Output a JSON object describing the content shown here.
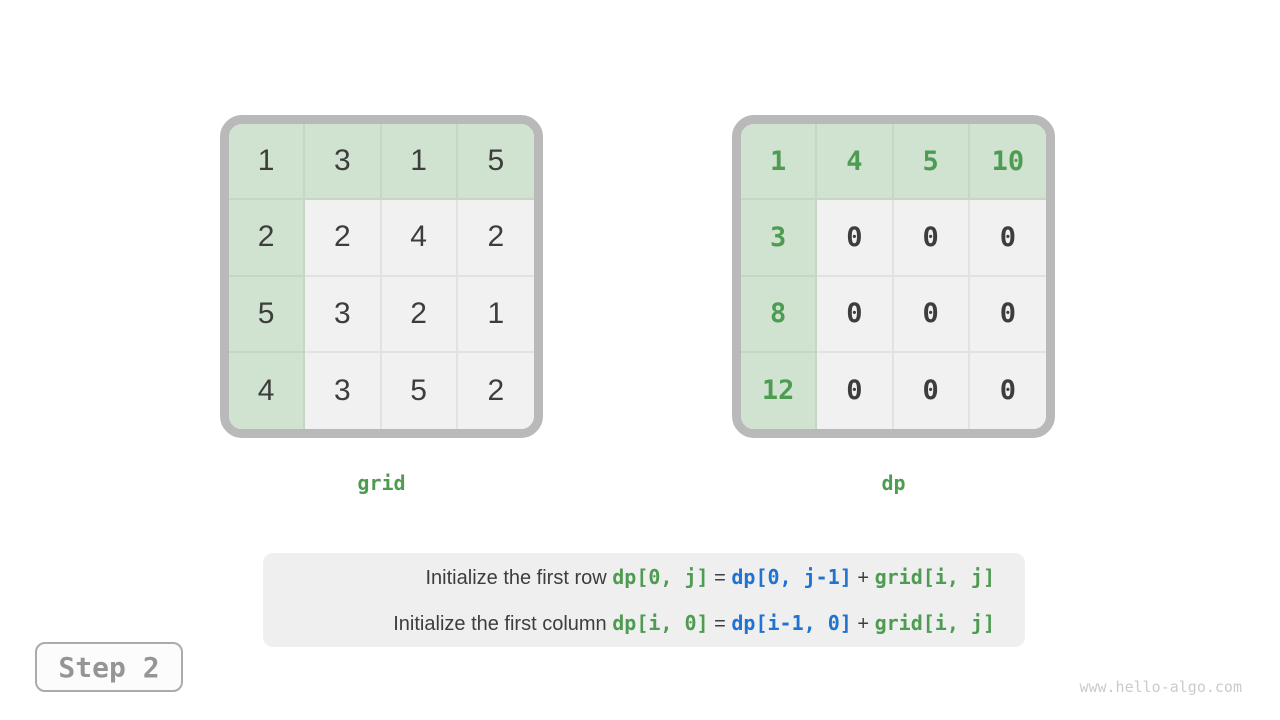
{
  "colors": {
    "green_bg": "#d0e3d0",
    "cell_bg": "#f1f1f1",
    "grid_border": "#b9b9b9",
    "dark_text": "#3d3d3d",
    "green_text": "#4e9b52",
    "blue_text": "#2173d1",
    "caption_bg": "#efefef",
    "step_text": "#959595",
    "watermark_text": "#cbcbcb"
  },
  "grids": [
    {
      "name": "grid",
      "label": "grid",
      "number_style": "sans-dark",
      "rows": [
        [
          "1",
          "3",
          "1",
          "5"
        ],
        [
          "2",
          "2",
          "4",
          "2"
        ],
        [
          "5",
          "3",
          "2",
          "1"
        ],
        [
          "4",
          "3",
          "5",
          "2"
        ]
      ]
    },
    {
      "name": "dp",
      "label": "dp",
      "number_style": "mono-green-first",
      "rows": [
        [
          "1",
          "4",
          "5",
          "10"
        ],
        [
          "3",
          "0",
          "0",
          "0"
        ],
        [
          "8",
          "0",
          "0",
          "0"
        ],
        [
          "12",
          "0",
          "0",
          "0"
        ]
      ]
    }
  ],
  "caption": {
    "lines": [
      {
        "segments": [
          {
            "text": "Initialize the first row ",
            "style": "plain"
          },
          {
            "text": "dp[0, j]",
            "style": "green-code"
          },
          {
            "text": " = ",
            "style": "plain"
          },
          {
            "text": "dp[0, j-1]",
            "style": "blue-code"
          },
          {
            "text": " + ",
            "style": "plain"
          },
          {
            "text": "grid[i, j]",
            "style": "green-code"
          }
        ]
      },
      {
        "segments": [
          {
            "text": "Initialize the first column ",
            "style": "plain"
          },
          {
            "text": "dp[i, 0]",
            "style": "green-code"
          },
          {
            "text": " = ",
            "style": "plain"
          },
          {
            "text": "dp[i-1, 0]",
            "style": "blue-code"
          },
          {
            "text": " + ",
            "style": "plain"
          },
          {
            "text": "grid[i, j]",
            "style": "green-code"
          }
        ]
      }
    ]
  },
  "step_label": "Step 2",
  "watermark": "www.hello-algo.com"
}
